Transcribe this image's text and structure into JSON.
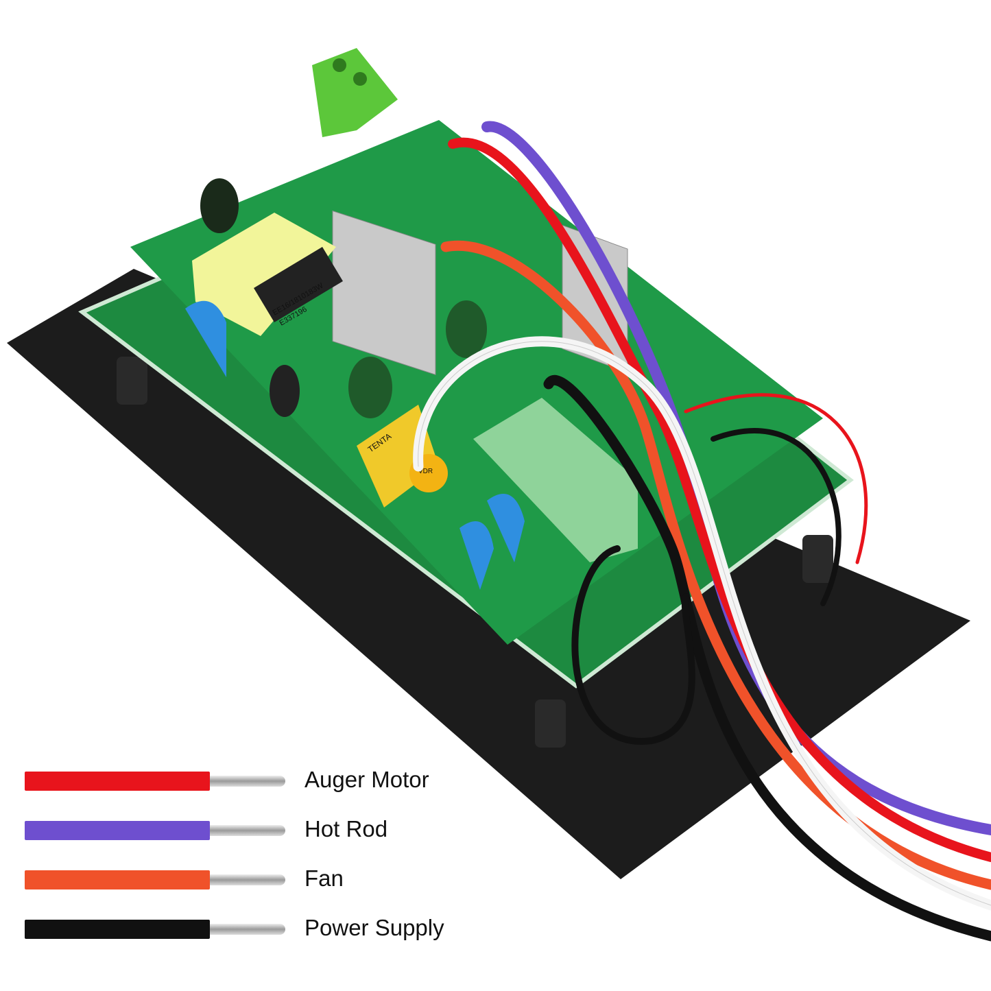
{
  "legend": [
    {
      "label": "Auger Motor",
      "color": "#e8141c"
    },
    {
      "label": "Hot Rod",
      "color": "#6e4fcf"
    },
    {
      "label": "Fan",
      "color": "#f0522a"
    },
    {
      "label": "Power Supply",
      "color": "#111111"
    }
  ],
  "markings": {
    "transformer_1": "EE16/1810183W",
    "transformer_2": "E337196",
    "capacitor_brand": "TENTA",
    "varistor": "VDR"
  },
  "colors": {
    "pcb": "#1f9a48",
    "plate": "#1a1a1a",
    "terminal": "#5cc73a"
  }
}
